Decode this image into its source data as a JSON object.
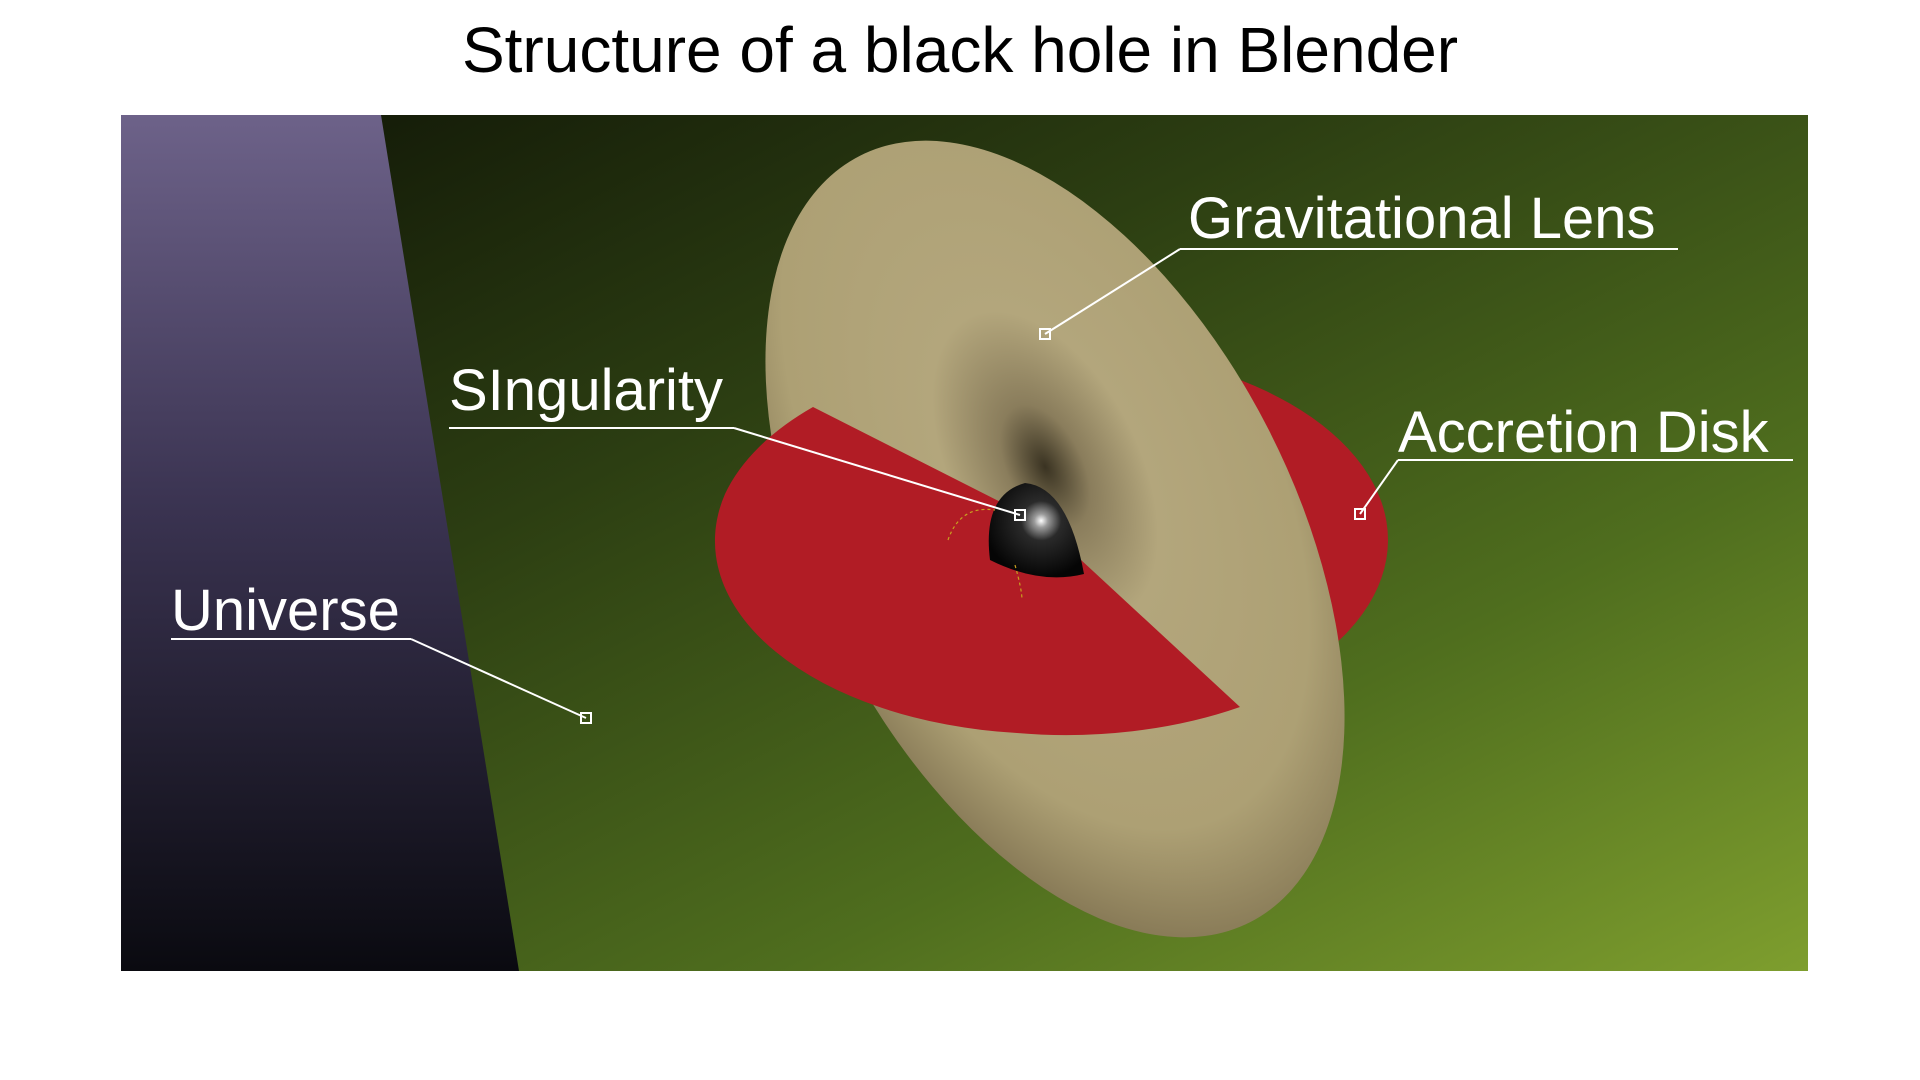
{
  "title": "Structure of a black hole in Blender",
  "labels": {
    "gravitational_lens": "Gravitational Lens",
    "singularity": "SIngularity",
    "accretion_disk": "Accretion Disk",
    "universe": "Universe"
  },
  "colors": {
    "universe_top": "#6b5f86",
    "universe_bottom": "#0a0a10",
    "space_dark": "#141a08",
    "space_light": "#7a9a2e",
    "lens": "#b3a67c",
    "lens_shadow": "#7c6f4e",
    "accretion_disk": "#b11c25",
    "singularity": "#0c0c0c",
    "callout": "#ffffff"
  }
}
